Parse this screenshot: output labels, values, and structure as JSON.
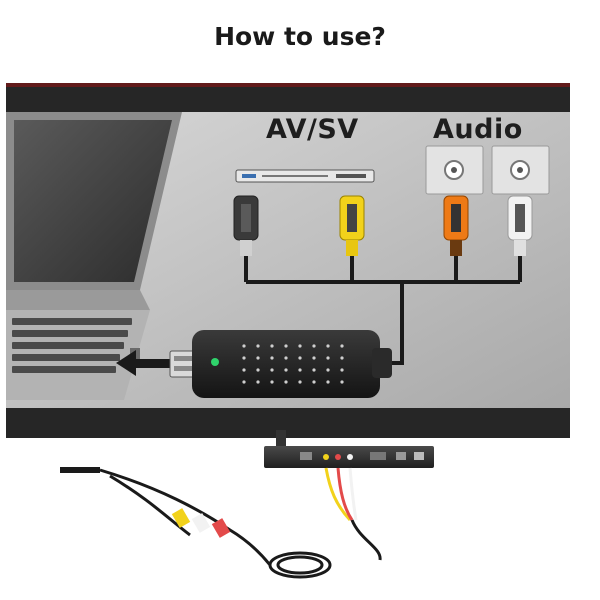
{
  "header": {
    "title": "How to use?"
  },
  "diagram": {
    "av_label": "AV/SV",
    "audio_label": "Audio",
    "colors": {
      "frame": "#2b2b2b",
      "panel": "#bdbdbd",
      "connector_black": "#3a3a3a",
      "connector_yellow": "#f2d21b",
      "connector_orange": "#ee7a16",
      "connector_white": "#f2f2f2",
      "led_green": "#2fd36b"
    },
    "icons": [
      "laptop-icon",
      "dvd-player-icon",
      "speaker-jack-icon",
      "usb-capture-dongle-icon",
      "arrow-left-icon",
      "set-top-box-icon",
      "rca-cable-icon"
    ]
  }
}
